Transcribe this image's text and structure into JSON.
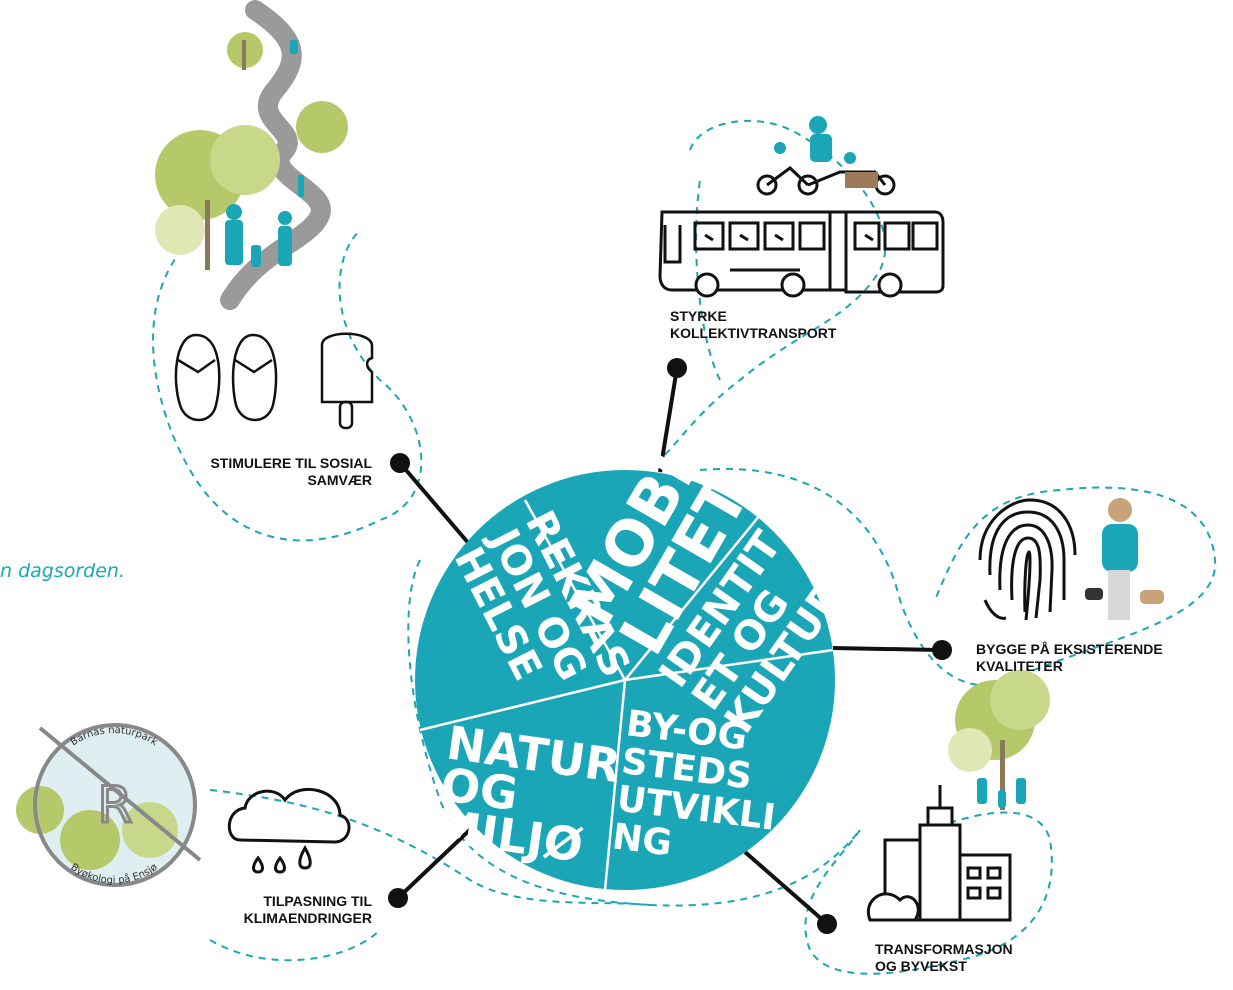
{
  "tagline": "n dagsorden.",
  "colors": {
    "teal": "#1ba6b8",
    "tree": "#b5c96a",
    "tree_dark": "#8fab4a",
    "ink": "#111111",
    "path": "#9a9a9a"
  },
  "wheel": {
    "segments": [
      {
        "id": "rekreasjon",
        "lines": [
          "REKRAS",
          "JON OG",
          "HELSE"
        ]
      },
      {
        "id": "mobilitet",
        "lines": [
          "MOBI",
          "LITET"
        ]
      },
      {
        "id": "identitet",
        "lines": [
          "IDENTIT",
          "ET OG",
          "KULTUR"
        ]
      },
      {
        "id": "natur",
        "lines": [
          "NATUR",
          "OG",
          "MILJØ"
        ]
      },
      {
        "id": "bystedsutvikling",
        "lines": [
          "BY-OG",
          "STEDS",
          "UTVIKLI",
          "NG"
        ]
      }
    ]
  },
  "labels": {
    "kollektiv": [
      "STYRKE",
      "KOLLEKTIVTRANSPORT"
    ],
    "sosial": [
      "STIMULERE TIL SOSIAL",
      "SAMVÆR"
    ],
    "kvaliteter": [
      "BYGGE PÅ EKSISTERENDE",
      "KVALITETER"
    ],
    "klima": [
      "TILPASNING TIL",
      "KLIMAENDRINGER"
    ],
    "transformasjon": [
      "TRANSFORMASJON",
      "OG BYVEKST"
    ]
  },
  "badge": {
    "top_text": "Barnas naturpark",
    "bottom_text": "Byøkologi på Ensjø",
    "letter": "R"
  },
  "icons": [
    "bus-icon",
    "cargo-bike-icon",
    "flip-flops-icon",
    "ice-cream-icon",
    "fingerprint-icon",
    "rain-cloud-icon",
    "buildings-icon",
    "park-illustration",
    "family-with-dogs-illustration"
  ]
}
